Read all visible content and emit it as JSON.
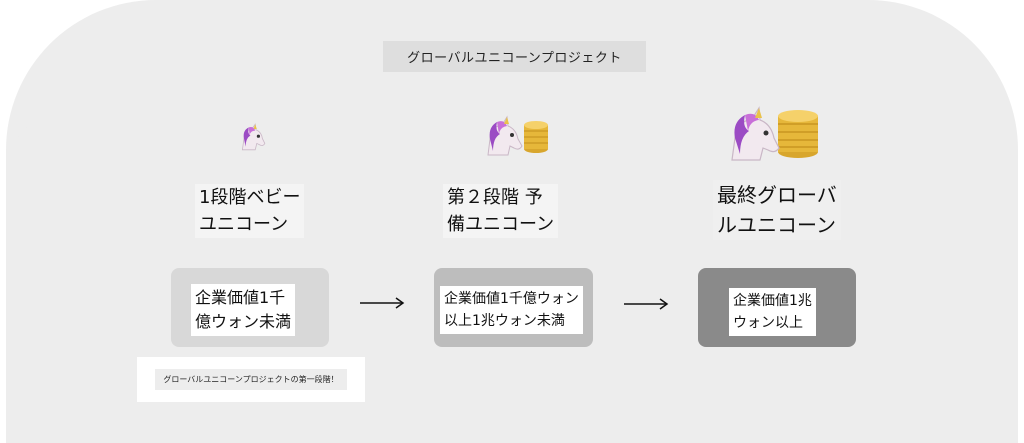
{
  "title": "グローバルユニコーンプロジェクト",
  "stages": [
    {
      "label_lines": [
        "1段階ベビー",
        "ユニコーン"
      ],
      "value_lines": [
        "企業価値1千",
        "億ウォン未満"
      ],
      "box_color": "#d8d8d8",
      "icon": "unicorn-icon"
    },
    {
      "label_lines": [
        "第２段階 予",
        "備ユニコーン"
      ],
      "value_lines": [
        "企業価値1千億ウォン",
        "以上1兆ウォン未満"
      ],
      "box_color": "#bdbdbd",
      "icon": "unicorn-coins-icon"
    },
    {
      "label_lines": [
        "最終グローバ",
        "ルユニコーン"
      ],
      "value_lines": [
        "企業価値1兆",
        "ウォン以上"
      ],
      "box_color": "#8a8a8a",
      "icon": "unicorn-coins-large-icon"
    }
  ],
  "arrows": [
    "arrow-right-icon",
    "arrow-right-icon"
  ],
  "note": "グローバルユニコーンプロジェクトの第一段階！"
}
